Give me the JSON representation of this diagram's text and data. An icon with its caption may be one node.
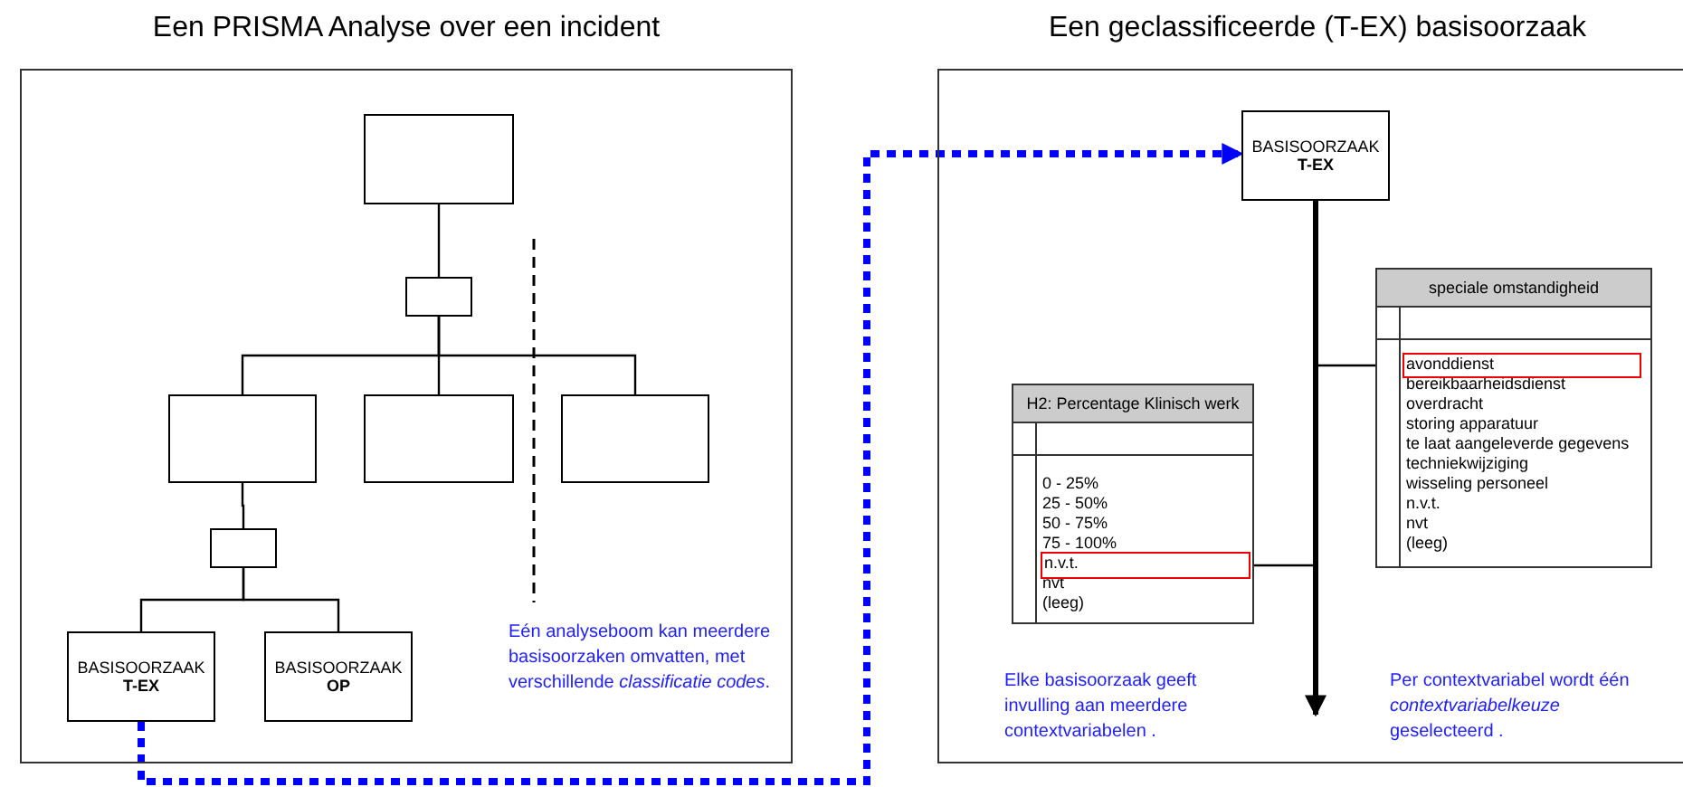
{
  "diagram": {
    "nodes": [
      {
        "text": [
          "Een PRISMA Analyse over een incident"
        ]
      },
      {
        "text": [],
        "shape": "box",
        "in": 0
      },
      {
        "text": [],
        "shape": "box",
        "in": 0
      },
      {
        "text": [],
        "shape": "box",
        "in": 0
      },
      {
        "text": [],
        "shape": "box",
        "in": 0
      },
      {
        "text": [],
        "shape": "box",
        "in": 0
      },
      {
        "text": [],
        "shape": "box",
        "in": 0
      },
      {
        "text": [
          "BASISOORZAAK",
          "T-EX"
        ],
        "in": 0
      },
      {
        "text": [
          "BASISOORZAAK",
          "OP"
        ],
        "in": 0
      },
      {
        "text": [
          "Een geclassificeerde (T-EX) basisoorzaak"
        ]
      },
      {
        "text": [
          "BASISOORZAAK",
          "T-EX"
        ],
        "in": 9
      },
      {
        "text": [
          "H2: Percentage Klinisch werk",
          "0 - 25%",
          "25 - 50%",
          "50 - 75%",
          "75 - 100%",
          "nvt",
          "(leeg)"
        ],
        "in": 9
      },
      {
        "text": [
          "n.v.t."
        ],
        "in": 11
      },
      {
        "text": [
          "speciale omstandigheid",
          "bereikbaarheidsdienst",
          "overdracht",
          "storing apparatuur",
          "te laat aangeleverde gegevens",
          "techniekwijziging",
          "wisseling personeel",
          "n.v.t.",
          "nvt",
          "(leeg)"
        ],
        "in": 9
      },
      {
        "text": [
          "avonddienst"
        ],
        "in": 13
      }
    ],
    "edges": [
      {
        "from": 1,
        "to": 2,
        "arrow": "none"
      },
      {
        "from": 2,
        "to": 3,
        "arrow": "none"
      },
      {
        "from": 2,
        "to": 4,
        "arrow": "none"
      },
      {
        "from": 2,
        "to": 5,
        "arrow": "none"
      },
      {
        "from": 3,
        "to": 6,
        "arrow": "none"
      },
      {
        "from": 6,
        "to": 7,
        "arrow": "none"
      },
      {
        "from": 6,
        "to": 8,
        "arrow": "none"
      },
      {
        "from": 7,
        "to": 10,
        "arrow": "to",
        "style": "dashed",
        "color": "#0000ff"
      },
      {
        "from": 10,
        "to": null,
        "arrow": "to",
        "style": "thick"
      },
      {
        "from": null,
        "to": 12,
        "arrow": "none"
      },
      {
        "from": null,
        "to": 14,
        "arrow": "none"
      }
    ],
    "labels": [
      "Eén analyseboom kan meerdere basisoorzaken omvatten, met verschillende *classificatie codes*.",
      "Elke basisoorzaak geeft invulling aan meerdere contextvariabelen .",
      "Per contextvariabel wordt één *contextvariabelkeuze* geselecteerd ."
    ]
  }
}
